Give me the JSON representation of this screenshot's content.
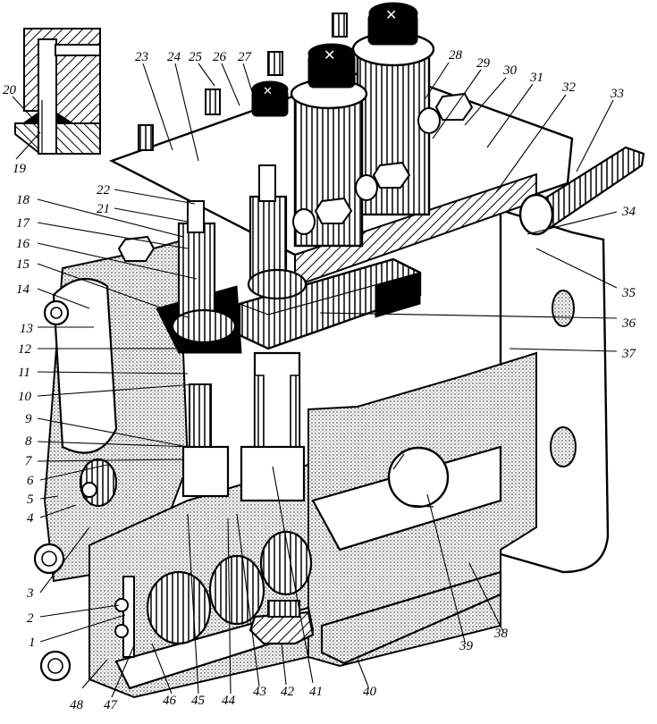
{
  "figure": {
    "subject": "Fuel injection pump (cutaway isometric view) with numbered part callouts",
    "colors": {
      "ink": "#000000",
      "paper": "#ffffff"
    },
    "inset": {
      "description": "Sectional detail of plunger bore",
      "labels": [
        "20",
        "19"
      ]
    },
    "callouts": [
      {
        "id": "1",
        "label": "1"
      },
      {
        "id": "2",
        "label": "2"
      },
      {
        "id": "3",
        "label": "3"
      },
      {
        "id": "4",
        "label": "4"
      },
      {
        "id": "5",
        "label": "5"
      },
      {
        "id": "6",
        "label": "6"
      },
      {
        "id": "7",
        "label": "7"
      },
      {
        "id": "8",
        "label": "8"
      },
      {
        "id": "9",
        "label": "9"
      },
      {
        "id": "10",
        "label": "10"
      },
      {
        "id": "11",
        "label": "11"
      },
      {
        "id": "12",
        "label": "12"
      },
      {
        "id": "13",
        "label": "13"
      },
      {
        "id": "14",
        "label": "14"
      },
      {
        "id": "15",
        "label": "15"
      },
      {
        "id": "16",
        "label": "16"
      },
      {
        "id": "17",
        "label": "17"
      },
      {
        "id": "18",
        "label": "18"
      },
      {
        "id": "19",
        "label": "19"
      },
      {
        "id": "20",
        "label": "20"
      },
      {
        "id": "21",
        "label": "21"
      },
      {
        "id": "22",
        "label": "22"
      },
      {
        "id": "23",
        "label": "23"
      },
      {
        "id": "24",
        "label": "24"
      },
      {
        "id": "25",
        "label": "25"
      },
      {
        "id": "26",
        "label": "26"
      },
      {
        "id": "27",
        "label": "27"
      },
      {
        "id": "28",
        "label": "28"
      },
      {
        "id": "29",
        "label": "29"
      },
      {
        "id": "30",
        "label": "30"
      },
      {
        "id": "31",
        "label": "31"
      },
      {
        "id": "32",
        "label": "32"
      },
      {
        "id": "33",
        "label": "33"
      },
      {
        "id": "34",
        "label": "34"
      },
      {
        "id": "35",
        "label": "35"
      },
      {
        "id": "36",
        "label": "36"
      },
      {
        "id": "37",
        "label": "37"
      },
      {
        "id": "38",
        "label": "38"
      },
      {
        "id": "39",
        "label": "39"
      },
      {
        "id": "40",
        "label": "40"
      },
      {
        "id": "41",
        "label": "41"
      },
      {
        "id": "42",
        "label": "42"
      },
      {
        "id": "43",
        "label": "43"
      },
      {
        "id": "44",
        "label": "44"
      },
      {
        "id": "45",
        "label": "45"
      },
      {
        "id": "46",
        "label": "46"
      },
      {
        "id": "47",
        "label": "47"
      },
      {
        "id": "48",
        "label": "48"
      }
    ],
    "cap_marks": [
      "✕",
      "✕",
      "✕"
    ]
  }
}
